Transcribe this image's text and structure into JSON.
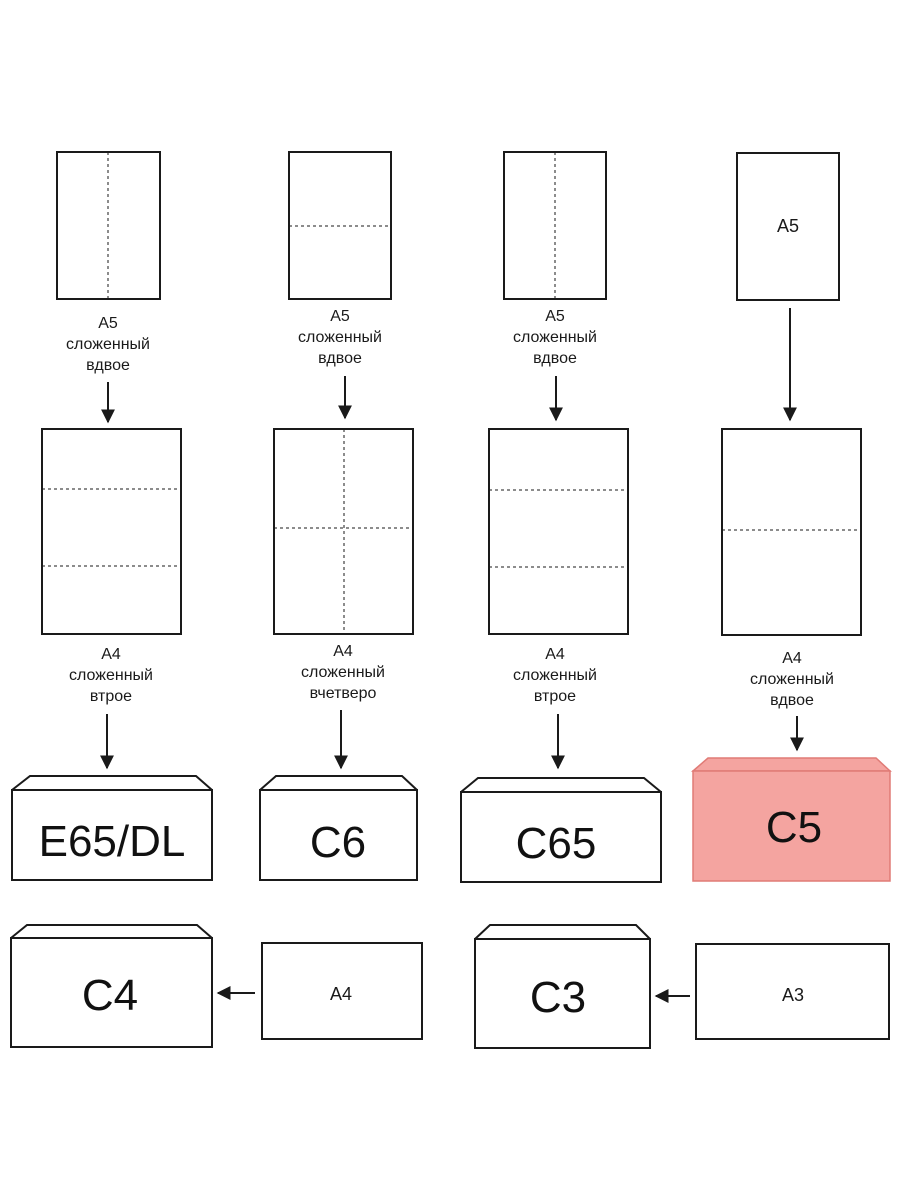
{
  "colors": {
    "line": "#1a1a1a",
    "highlight_fill": "#f4a4a0",
    "highlight_stroke": "#e07b76"
  },
  "columns": [
    {
      "top_sheet_label": "",
      "top_caption": [
        "A5",
        "сложенный",
        "вдвое"
      ],
      "mid_caption": [
        "A4",
        "сложенный",
        "втрое"
      ],
      "envelope": "E65/DL",
      "highlight": false
    },
    {
      "top_sheet_label": "",
      "top_caption": [
        "A5",
        "сложенный",
        "вдвое"
      ],
      "mid_caption": [
        "A4",
        "сложенный",
        "вчетверо"
      ],
      "envelope": "C6",
      "highlight": false
    },
    {
      "top_sheet_label": "",
      "top_caption": [
        "A5",
        "сложенный",
        "вдвое"
      ],
      "mid_caption": [
        "A4",
        "сложенный",
        "втрое"
      ],
      "envelope": "C65",
      "highlight": false
    },
    {
      "top_sheet_label": "A5",
      "top_caption": [],
      "mid_caption": [
        "A4",
        "сложенный",
        "вдвое"
      ],
      "envelope": "C5",
      "highlight": true
    }
  ],
  "bottom_pairs": [
    {
      "envelope": "C4",
      "sheet": "A4"
    },
    {
      "envelope": "C3",
      "sheet": "A3"
    }
  ]
}
